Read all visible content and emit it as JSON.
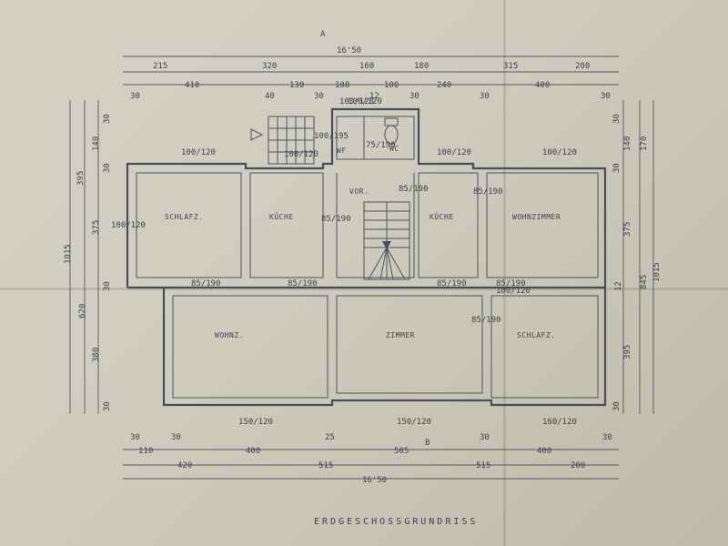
{
  "drawing": {
    "title": "ERDGESCHOSSGRUNDRISS",
    "marker_a": "A",
    "marker_b": "B",
    "top_total": "16'50",
    "bottom_total": "16'50"
  },
  "rooms": {
    "schlafz_left": "SCHLAFZ.",
    "kueche_1": "KÜCHE",
    "vor": "VOR.",
    "kueche_2": "KÜCHE",
    "wohnzimmer": "WOHNZIMMER",
    "wohnz": "WOHNZ.",
    "zimmer": "ZIMMER",
    "schlafz_right": "SCHLAFZ.",
    "wf": "WF",
    "wc": "WC"
  },
  "dims_top": {
    "r1": [
      "215",
      "320",
      "160",
      "180",
      "315",
      "200"
    ],
    "r2": [
      "410",
      "130",
      "108",
      "100",
      "240",
      "400"
    ],
    "r3": [
      "30",
      "40",
      "30",
      "12",
      "30",
      "30",
      "30"
    ]
  },
  "dims_bottom": {
    "r1": [
      "30",
      "30",
      "25",
      "30",
      "30"
    ],
    "r2": [
      "110",
      "400",
      "505",
      "400"
    ],
    "r3": [
      "420",
      "515",
      "515",
      "200"
    ]
  },
  "dims_left": [
    "30",
    "140",
    "30",
    "395",
    "375",
    "1015",
    "620",
    "30",
    "380",
    "30"
  ],
  "dims_right": [
    "30",
    "140",
    "170",
    "30",
    "375",
    "12",
    "845",
    "1015",
    "395",
    "30"
  ],
  "openings": {
    "w1": "100/120",
    "w2": "100/120",
    "w3": "100/120",
    "w4": "100/120",
    "w5": "100/120",
    "w6": "150/120",
    "w7": "150/120",
    "w8": "160/120",
    "d1": "85/190",
    "d2": "85/190",
    "d3": "85/190",
    "d4": "85/190",
    "d5": "85/190",
    "d6": "85/190",
    "d7": "85/190",
    "d8": "85/190",
    "wf": "100/195",
    "wf2": "100/120",
    "wc": "75/190",
    "top1": "100/120",
    "top2": "100/120"
  }
}
